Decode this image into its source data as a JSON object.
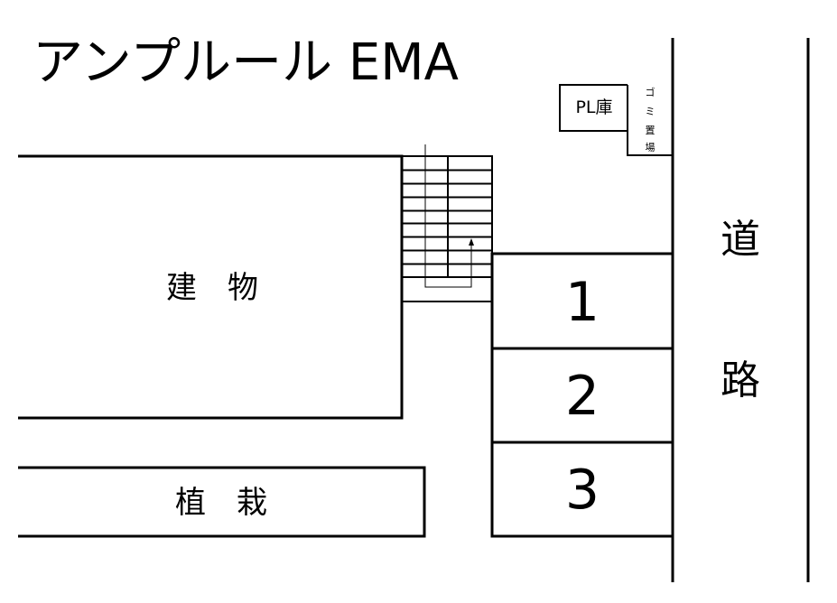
{
  "title": "アンプルール EMA",
  "labels": {
    "building": "建　物",
    "planting": "植　栽",
    "pl_storage": "PL庫",
    "garbage": [
      "ゴ",
      "ミ",
      "置",
      "場"
    ],
    "road": [
      "道",
      "路"
    ]
  },
  "parking": {
    "spaces": [
      "1",
      "2",
      "3"
    ]
  }
}
